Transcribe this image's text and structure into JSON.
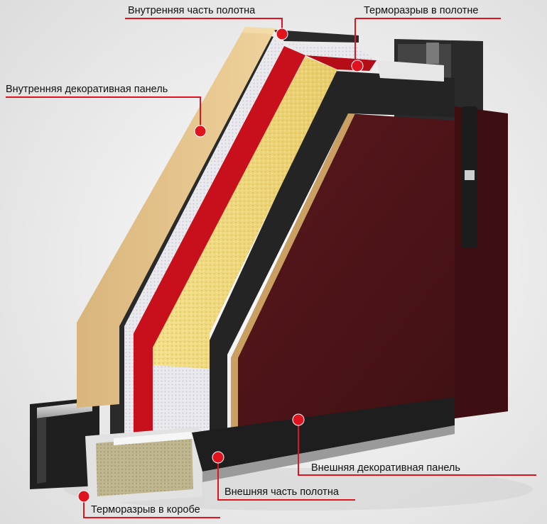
{
  "labels": {
    "inner_leaf": "Внутренняя часть полотна",
    "thermal_break_leaf": "Терморазрыв в полотне",
    "inner_panel": "Внутренняя декоративная панель",
    "outer_panel": "Внешняя декоративная панель",
    "outer_leaf": "Внешняя часть полотна",
    "thermal_break_frame": "Терморазрыв в коробе"
  },
  "colors": {
    "marker": "#e0141e",
    "leader_line": "#e0141e",
    "outer_panel": "#4a1418",
    "mdf_panel": "#e6c58c",
    "foam_insulation": "#f0dc7a",
    "red_seal": "#c8101c",
    "steel_sheet": "#2c2c2c",
    "background": "#f2f2f2"
  }
}
